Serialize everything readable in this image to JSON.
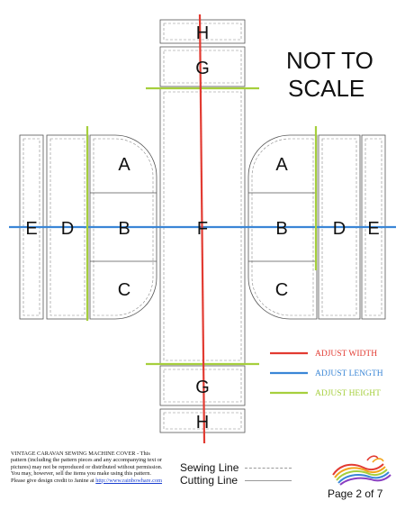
{
  "title": {
    "line1": "NOT TO",
    "line2": "SCALE"
  },
  "pieces": {
    "a": "A",
    "b": "B",
    "c": "C",
    "d": "D",
    "e": "E",
    "f": "F",
    "g": "G",
    "h": "H"
  },
  "legend": {
    "width": {
      "label": "ADJUST WIDTH",
      "color": "#e23b32"
    },
    "length": {
      "label": "ADJUST LENGTH",
      "color": "#3a86d6"
    },
    "height": {
      "label": "ADJUST HEIGHT",
      "color": "#a6cf3d"
    }
  },
  "key": {
    "sewing": "Sewing Line",
    "cutting": "Cutting Line"
  },
  "footer": {
    "text": "VINTAGE CARAVAN SEWING MACHINE COVER - This pattern (including the pattern pieces and any accompanying text or pictures) may not be reproduced or distributed without permission. You may, however, sell the items you make using this pattern. Please give design credit to Janine at ",
    "link": "http://www.rainbowhare.com"
  },
  "page": "Page 2 of 7",
  "logo_colors": [
    "#e23b32",
    "#f2a51c",
    "#a6cf3d",
    "#3a86d6",
    "#8a3fc2"
  ]
}
